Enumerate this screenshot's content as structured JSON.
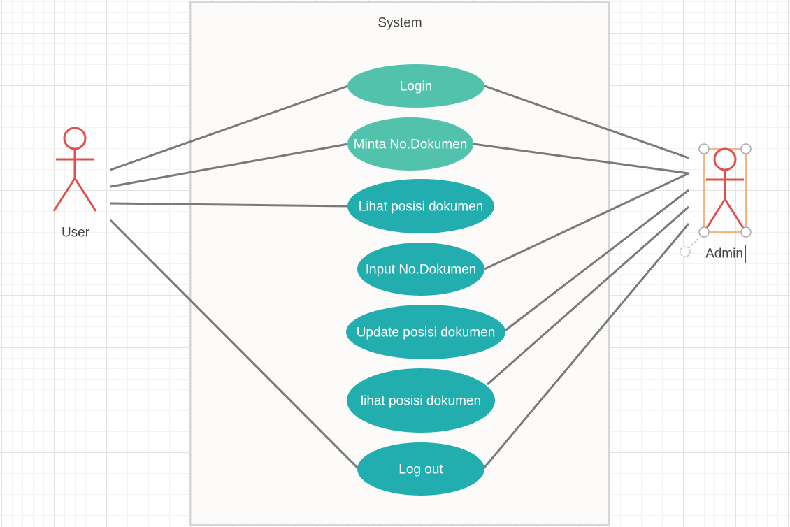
{
  "system": {
    "label": "System"
  },
  "actors": {
    "user": {
      "label": "User"
    },
    "admin": {
      "label": "Admin"
    }
  },
  "use_cases": [
    {
      "id": "login",
      "label": "Login"
    },
    {
      "id": "minta",
      "label": "Minta No.Dokumen"
    },
    {
      "id": "lihat1",
      "label": "Lihat posisi dokumen"
    },
    {
      "id": "input",
      "label": "Input No.Dokumen"
    },
    {
      "id": "update",
      "label": "Update posisi dokumen"
    },
    {
      "id": "lihat2",
      "label": "lihat posisi dokumen"
    },
    {
      "id": "logout",
      "label": "Log out"
    }
  ],
  "colors": {
    "usecase_light": "#52c2ad",
    "usecase_dark": "#22aeae",
    "actor": "#e0504f",
    "line": "#7a7a7a",
    "selection": "#f5a05a",
    "system_fill": "#fcfbf9"
  }
}
